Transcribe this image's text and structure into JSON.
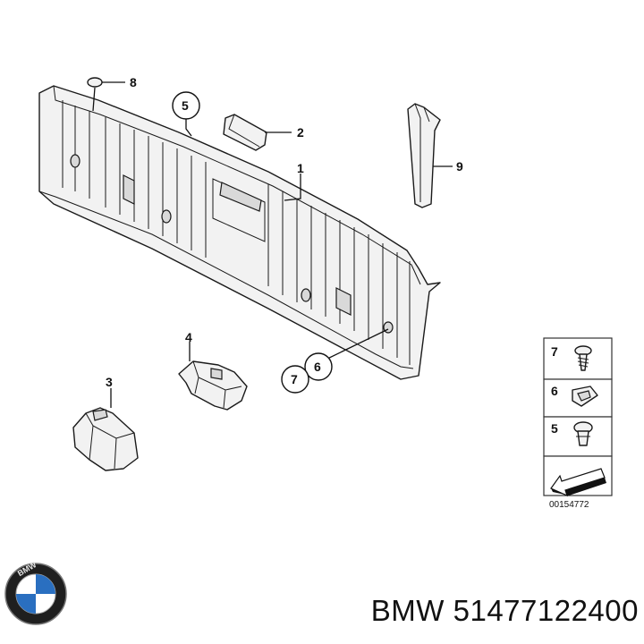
{
  "callouts": {
    "c1": "1",
    "c2": "2",
    "c3": "3",
    "c4": "4",
    "c5": "5",
    "c6": "6",
    "c7": "7",
    "c8": "8",
    "c9": "9"
  },
  "legend": {
    "row1": "7",
    "row2": "6",
    "row3": "5"
  },
  "drawing_number": "00154772",
  "footer": {
    "brand": "BMW",
    "part_number": "51477122400"
  },
  "logo": {
    "letters": "BMW"
  }
}
